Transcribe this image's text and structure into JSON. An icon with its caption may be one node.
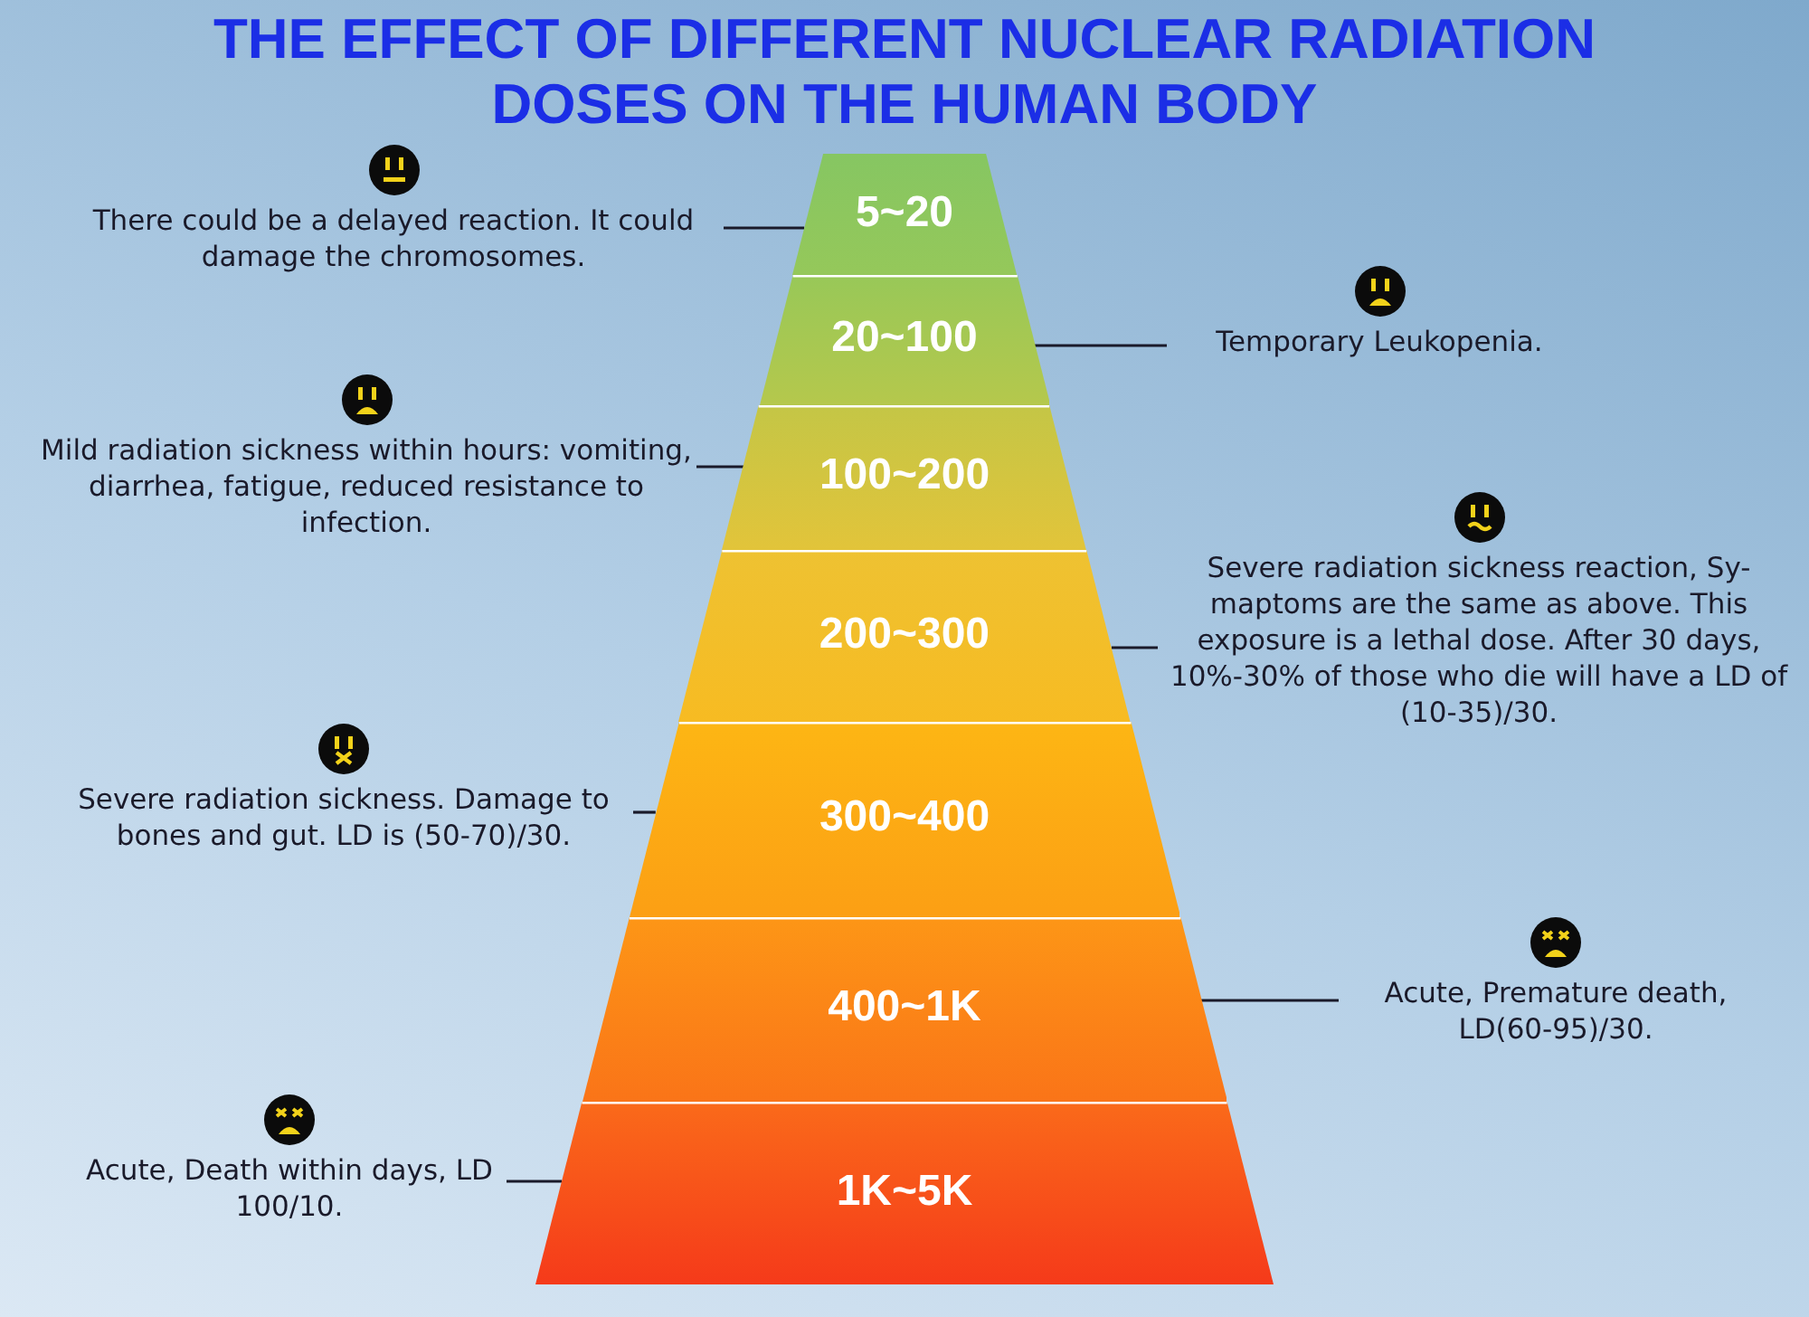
{
  "diagram": {
    "title": "THE EFFECT OF DIFFERENT NUCLEAR RADIATION DOSES ON THE HUMAN BODY",
    "nodes": [
      {
        "text": [
          "5~20"
        ]
      },
      {
        "text": [
          "20~100"
        ]
      },
      {
        "text": [
          "100~200"
        ]
      },
      {
        "text": [
          "200~300"
        ]
      },
      {
        "text": [
          "300~400"
        ]
      },
      {
        "text": [
          "400~1K"
        ]
      },
      {
        "text": [
          "1K~5K"
        ]
      },
      {
        "text": [
          "There could be a delayed reaction. It could damage the chromosomes."
        ]
      },
      {
        "text": [
          "Temporary Leukopenia."
        ]
      },
      {
        "text": [
          "Mild radiation sickness within hours: vomiting, diarrhea, fatigue, reduced resistance to infection."
        ]
      },
      {
        "text": [
          "Severe radiation sickness reaction, Sy- maptoms are the same as above. This exposure is a lethal dose. After 30 days, 10%-30% of those who die will have a LD of (10-35)/30."
        ]
      },
      {
        "text": [
          "Severe radiation sickness. Damage to bones and gut. LD is (50-70)/30."
        ]
      },
      {
        "text": [
          "Acute, Premature death, LD(60-95)/30."
        ]
      },
      {
        "text": [
          "Acute, Death within days, LD 100/10."
        ]
      }
    ],
    "edges": [
      {
        "from": 7,
        "to": 0,
        "arrow": "none"
      },
      {
        "from": 8,
        "to": 1,
        "arrow": "none"
      },
      {
        "from": 9,
        "to": 2,
        "arrow": "none"
      },
      {
        "from": 10,
        "to": 3,
        "arrow": "none"
      },
      {
        "from": 11,
        "to": 4,
        "arrow": "none"
      },
      {
        "from": 12,
        "to": 5,
        "arrow": "none"
      },
      {
        "from": 13,
        "to": 6,
        "arrow": "none"
      }
    ]
  }
}
